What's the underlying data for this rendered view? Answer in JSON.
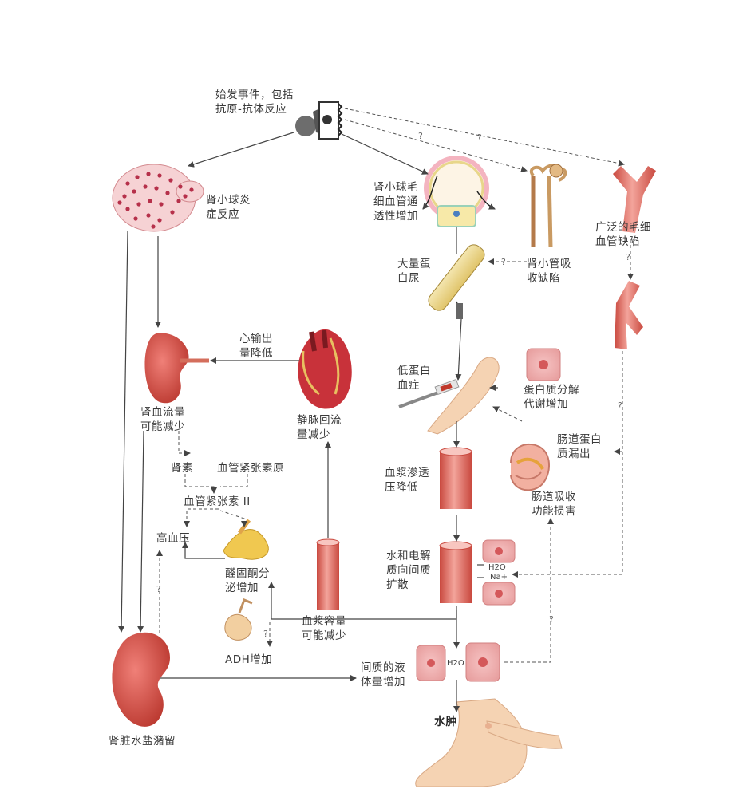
{
  "labels": {
    "initiating_event": "始发事件，包括\n抗原-抗体反应",
    "glomerular_inflammation": "肾小球炎\n症反应",
    "glomerular_permeability": "肾小球毛\n细血管通\n透性增加",
    "capillary_defect": "广泛的毛细\n血管缺陷",
    "proteinuria": "大量蛋\n白尿",
    "tubular_defect": "肾小管吸\n收缺陷",
    "cardiac_output": "心输出\n量降低",
    "renal_blood_flow": "肾血流量\n可能减少",
    "hypoproteinemia": "低蛋白\n血症",
    "protein_catabolism": "蛋白质分解\n代谢增加",
    "venous_return": "静脉回流\n量减少",
    "intestinal_protein_loss": "肠道蛋白\n质漏出",
    "renin": "肾素",
    "angiotensinogen": "血管紧张素原",
    "angiotensin_ii": "血管紧张素 II",
    "oncotic_pressure": "血浆渗透\n压降低",
    "intestinal_absorption": "肠道吸收\n功能损害",
    "hypertension": "高血压",
    "aldosterone": "醛固酮分\n泌增加",
    "water_electrolyte": "水和电解\n质向间质\n扩散",
    "plasma_volume": "血浆容量\n可能减少",
    "adh": "ADH增加",
    "interstitial_fluid": "间质的液\n体量增加",
    "edema": "水肿",
    "salt_water_retention": "肾脏水盐潴留"
  },
  "chem_labels": {
    "h2o_a": "H2O",
    "na": "Na+",
    "h2o_b": "H2O"
  },
  "question_mark": "?",
  "colors": {
    "arrow": "#444444",
    "kidney": "#d9534a",
    "tissue": "#e8a0a0",
    "vessel": "#e27770",
    "heart": "#c0392b",
    "gland": "#e8b84a",
    "skin": "#f5d3b3"
  }
}
